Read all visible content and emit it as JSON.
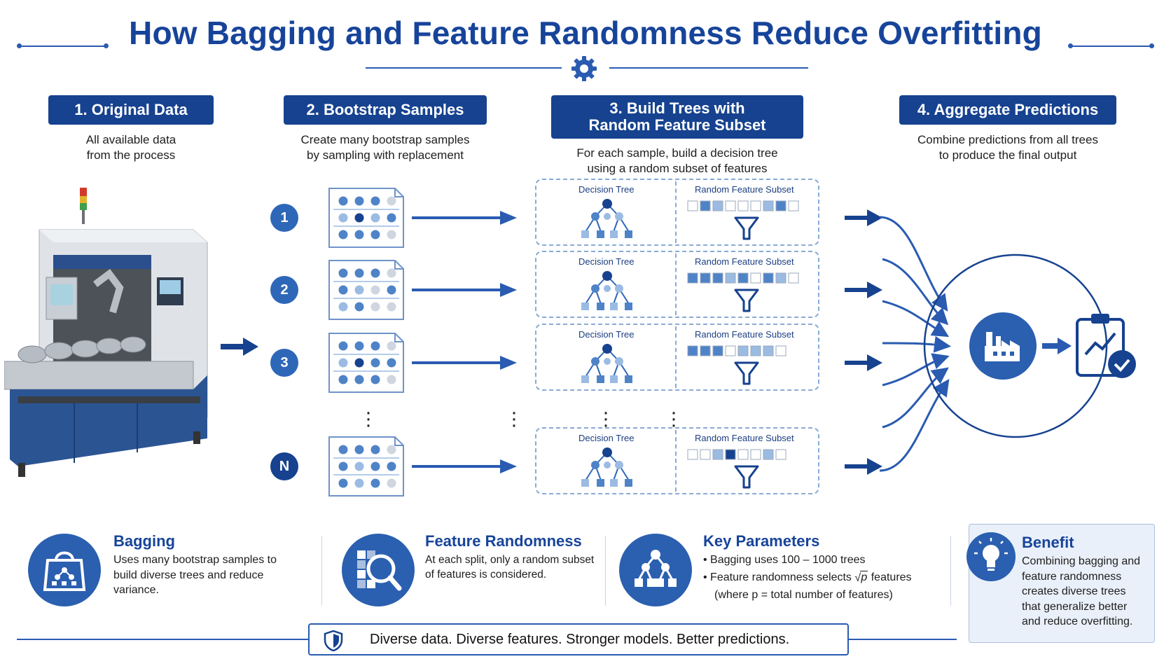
{
  "title": "How Bagging and Feature Randomness Reduce Overfitting",
  "steps": [
    {
      "label": "1. Original Data",
      "desc": [
        "All available data",
        "from the process"
      ]
    },
    {
      "label": "2. Bootstrap Samples",
      "desc": [
        "Create many bootstrap samples",
        "by sampling with replacement"
      ]
    },
    {
      "label_lines": [
        "3. Build Trees with",
        "Random Feature Subset"
      ],
      "desc": [
        "For each sample, build a decision tree",
        "using a random subset of features"
      ]
    },
    {
      "label": "4. Aggregate Predictions",
      "desc": [
        "Combine predictions from all trees",
        "to produce the final output"
      ]
    }
  ],
  "samples": [
    {
      "marker": "1",
      "tree_label": "Decision Tree",
      "subset_label": "Random Feature Subset"
    },
    {
      "marker": "2",
      "tree_label": "Decision Tree",
      "subset_label": "Random Feature Subset"
    },
    {
      "marker": "3",
      "tree_label": "Decision Tree",
      "subset_label": "Random Feature Subset"
    },
    {
      "marker": "N",
      "tree_label": "Decision Tree",
      "subset_label": "Random Feature Subset"
    }
  ],
  "bottom": {
    "bagging": {
      "title": "Bagging",
      "lines": [
        "Uses many bootstrap samples to",
        "build diverse trees and reduce",
        "variance."
      ]
    },
    "feature": {
      "title": "Feature Randomness",
      "lines": [
        "At each split, only a random subset",
        "of features is considered."
      ]
    },
    "params": {
      "title": "Key Parameters",
      "bullet1": "Bagging uses 100 – 1000 trees",
      "bullet2_pre": "Feature randomness selects",
      "bullet2_math": "p",
      "bullet2_post": "features",
      "note": "(where p = total number of features)"
    },
    "benefit": {
      "title": "Benefit",
      "lines": [
        "Combining bagging and",
        "feature randomness",
        "creates diverse trees",
        "that generalize better",
        "and reduce overfitting."
      ]
    }
  },
  "footer": "Diverse data. Diverse features. Stronger models. Better predictions.",
  "colors": {
    "primary": "#16428f",
    "accent": "#2f67b8",
    "light": "#9bbbe3"
  },
  "icons": [
    "gear-icon",
    "bag-icon",
    "magnify-grid-icon",
    "tree-network-icon",
    "lightbulb-icon",
    "factory-icon",
    "clipboard-chart-icon",
    "shield-icon"
  ]
}
